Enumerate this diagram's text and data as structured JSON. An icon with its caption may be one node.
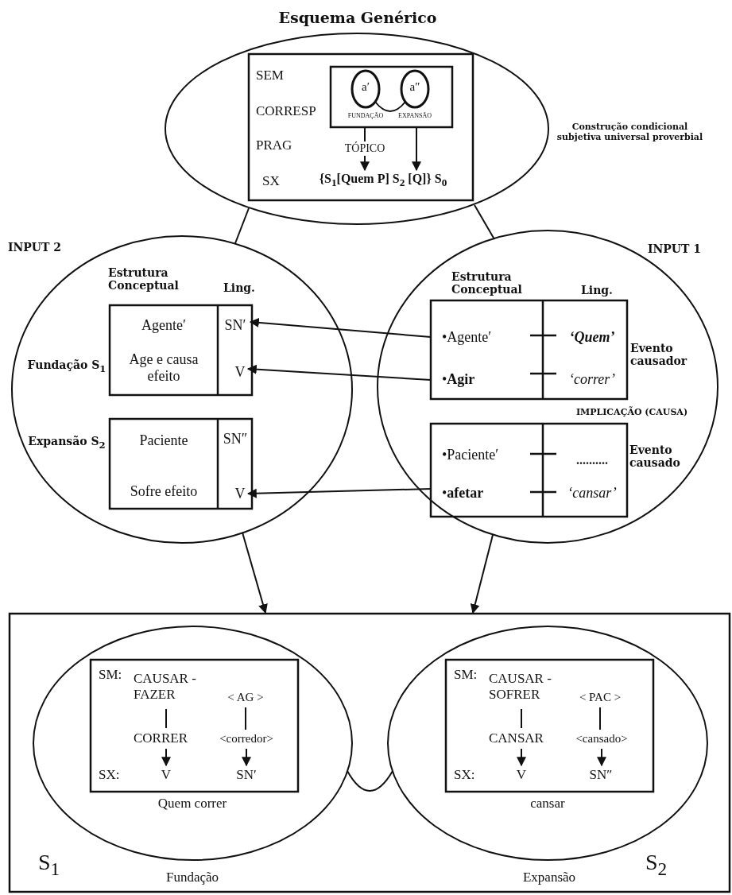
{
  "diagram": {
    "nodes": [
      {
        "text": [
          "Esquema Genérico"
        ],
        "beside": [
          "Construção condicional subjetiva universal proverbial"
        ]
      },
      {
        "text": [
          "SEM",
          "CORRESP",
          "PRAG",
          "SX"
        ],
        "in": 0
      },
      {
        "text": [],
        "shape": "box",
        "in": 1
      },
      {
        "text": [
          "a′"
        ],
        "beside": [
          "FUNDAÇÃO"
        ],
        "in": 2
      },
      {
        "text": [
          "a″"
        ],
        "beside": [
          "EXPANSÃO"
        ],
        "in": 2
      },
      {
        "text": [
          "{S$_{1}$[Quem P] S$_{2}$ [Q]} S$_{0}$"
        ],
        "in": 1
      },
      {
        "text": [
          "INPUT 2",
          "Estrutura Conceptual",
          "Ling."
        ]
      },
      {
        "text": [
          "Agente′",
          "Age e causa efeito"
        ],
        "beside": [
          "Fundação S$_{1}$"
        ],
        "in": 6
      },
      {
        "text": [
          "SN′"
        ],
        "in": 7
      },
      {
        "text": [
          "V"
        ],
        "in": 7
      },
      {
        "text": [
          "Paciente",
          "Sofre efeito"
        ],
        "beside": [
          "Expansão S$_{2}$"
        ],
        "in": 6
      },
      {
        "text": [
          "SN″"
        ],
        "in": 10
      },
      {
        "text": [
          "V"
        ],
        "in": 10
      },
      {
        "text": [
          "INPUT 1",
          "Estrutura Conceptual",
          "Ling.",
          "IMPLICAÇÃO (CAUSA)"
        ]
      },
      {
        "text": [
          "•Agente′",
          "•**Agir**",
          "‘Quem’",
          "‘correr’"
        ],
        "beside": [
          "Evento causador"
        ],
        "in": 13
      },
      {
        "text": [
          "•Paciente′",
          "•**afetar**",
          "..........",
          "‘cansar’"
        ],
        "beside": [
          "Evento causado"
        ],
        "in": 13
      },
      {
        "text": [
          "S$_{1}$",
          "S$_{2}$"
        ]
      },
      {
        "text": [
          "Quem correr"
        ],
        "beside": [
          "Fundação"
        ],
        "in": 16
      },
      {
        "text": [
          "SM:",
          "SX:"
        ],
        "in": 17
      },
      {
        "text": [
          "CAUSAR -FAZER"
        ],
        "in": 18
      },
      {
        "text": [
          "< AG >"
        ],
        "in": 18
      },
      {
        "text": [
          "CORRER"
        ],
        "in": 18
      },
      {
        "text": [
          "<corredor>"
        ],
        "in": 18
      },
      {
        "text": [
          "V"
        ],
        "in": 18
      },
      {
        "text": [
          "SN′"
        ],
        "in": 18
      },
      {
        "text": [
          "cansar"
        ],
        "beside": [
          "Expansão"
        ],
        "in": 16
      },
      {
        "text": [
          "SM:",
          "SX:"
        ],
        "in": 25
      },
      {
        "text": [
          "CAUSAR -SOFRER"
        ],
        "in": 26
      },
      {
        "text": [
          "< PAC >"
        ],
        "in": 26
      },
      {
        "text": [
          "CANSAR"
        ],
        "in": 26
      },
      {
        "text": [
          "<cansado>"
        ],
        "in": 26
      },
      {
        "text": [
          "V"
        ],
        "in": 26
      },
      {
        "text": [
          "SN″"
        ],
        "in": 26
      }
    ],
    "edges": [
      {
        "from": 0,
        "to": 6,
        "arrow": "none"
      },
      {
        "from": 0,
        "to": 13,
        "arrow": "none"
      },
      {
        "from": 3,
        "to": 4,
        "arrow": "none"
      },
      {
        "from": 2,
        "to": 5,
        "arrow": "to",
        "label": "TÓPICO"
      },
      {
        "from": 2,
        "to": 5,
        "arrow": "to"
      },
      {
        "from": 14,
        "to": 8,
        "arrow": "to"
      },
      {
        "from": 14,
        "to": 9,
        "arrow": "to"
      },
      {
        "from": 15,
        "to": 12,
        "arrow": "to"
      },
      {
        "from": 6,
        "to": 16,
        "arrow": "to"
      },
      {
        "from": 13,
        "to": 16,
        "arrow": "to"
      },
      {
        "from": 19,
        "to": 21,
        "arrow": "none"
      },
      {
        "from": 20,
        "to": 22,
        "arrow": "none"
      },
      {
        "from": 21,
        "to": 23,
        "arrow": "to"
      },
      {
        "from": 22,
        "to": 24,
        "arrow": "to"
      },
      {
        "from": 27,
        "to": 29,
        "arrow": "none"
      },
      {
        "from": 28,
        "to": 30,
        "arrow": "none"
      },
      {
        "from": 29,
        "to": 31,
        "arrow": "to"
      },
      {
        "from": 30,
        "to": 32,
        "arrow": "to"
      },
      {
        "from": 17,
        "to": 25,
        "arrow": "none"
      }
    ]
  }
}
